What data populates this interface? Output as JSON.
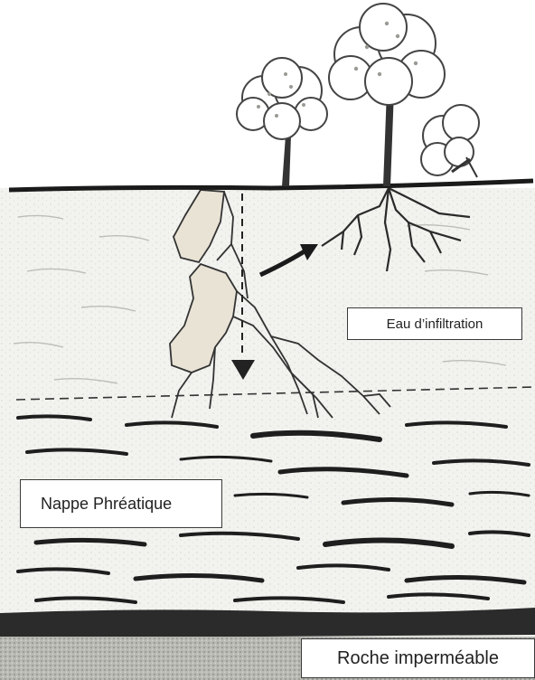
{
  "labels": {
    "infiltration": "Eau d’infiltration",
    "nappe": "Nappe Phréatique",
    "roche": "Roche imperméable"
  },
  "colors": {
    "soil": "#f2f2ef",
    "ground_line": "#1a1a1a",
    "infiltration_zone": "#e9e3d6",
    "impermeable_band": "#2b2b2b",
    "rock": "#b9b9b4",
    "ink": "#2a2a2a"
  },
  "icons": [
    "tree-icon",
    "arrow-down-icon",
    "arrow-curved-icon"
  ]
}
